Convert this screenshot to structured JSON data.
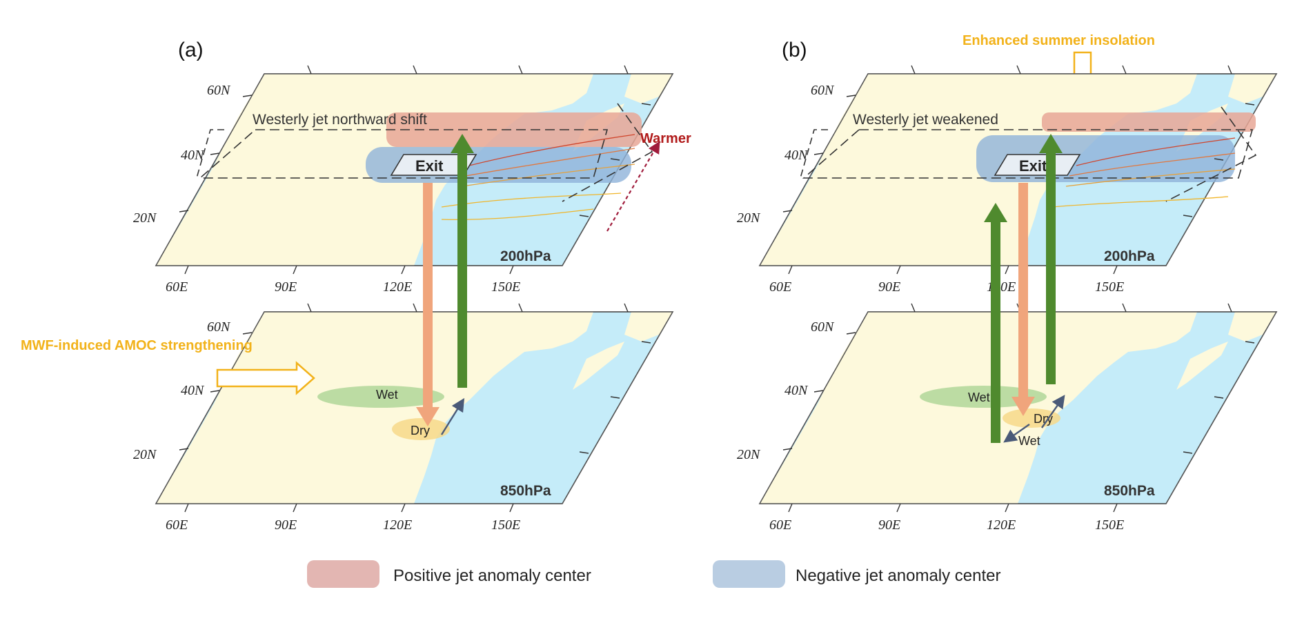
{
  "panels": [
    {
      "label": "(a)",
      "jet_label": "Westerly jet northward shift",
      "exit_label": "Exit",
      "upper_level": "200hPa",
      "lower_level": "850hPa",
      "lat_ticks": [
        "60N",
        "40N",
        "20N"
      ],
      "lon_ticks": [
        "60E",
        "90E",
        "120E",
        "150E"
      ],
      "warmer_label": "Warmer",
      "forcing_label": "MWF-induced AMOC strengthening",
      "wet_label": "Wet",
      "dry_label": "Dry"
    },
    {
      "label": "(b)",
      "jet_label": "Westerly jet weakened",
      "exit_label": "Exit",
      "upper_level": "200hPa",
      "lower_level": "850hPa",
      "lat_ticks": [
        "60N",
        "40N",
        "20N"
      ],
      "lon_ticks": [
        "60E",
        "90E",
        "120E",
        "150E"
      ],
      "forcing_label": "Enhanced summer insolation",
      "wet_label": "Wet",
      "dry_label": "Dry",
      "wet2_label": "Wet"
    }
  ],
  "legend": {
    "positive": "Positive jet anomaly center",
    "negative": "Negative jet anomaly center"
  },
  "colors": {
    "land": "#fdf9dc",
    "ocean": "#c5ecf9",
    "positive_jet": "#e8a796",
    "negative_jet": "#8fb3d9",
    "upward_arrow": "#4f8a2e",
    "downward_arrow": "#f0a57c",
    "forcing": "#f2b21a",
    "warm": "#b11a1a"
  }
}
